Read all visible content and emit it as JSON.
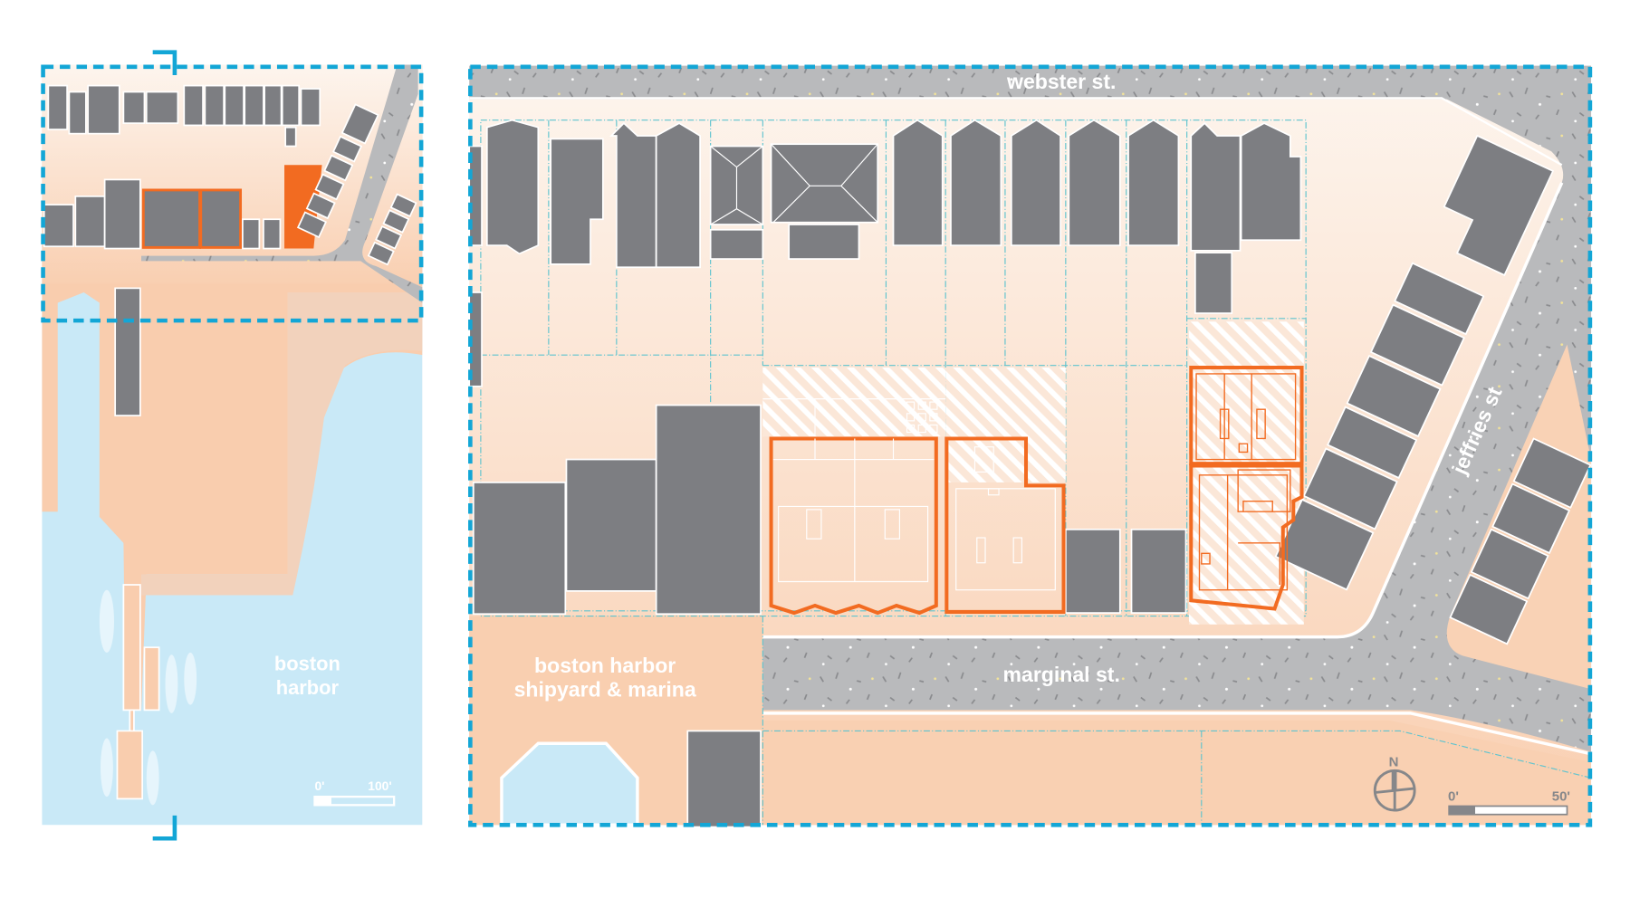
{
  "colors": {
    "frame": "#13a6d6",
    "building": "#7d7e82",
    "selected": "#f26b21",
    "road": "#b9babc",
    "water": "#c9e9f7",
    "land": "#f8cba8",
    "lot_line": "#5fc4cf"
  },
  "locator": {
    "water_label_1": "boston",
    "water_label_2": "harbor",
    "scale_start": "0'",
    "scale_end": "100'"
  },
  "site": {
    "streets": {
      "north": "webster st.",
      "south": "marginal st.",
      "east": "jeffries st"
    },
    "marina_label_1": "boston harbor",
    "marina_label_2": "shipyard & marina",
    "north_arrow": "N",
    "scale_start": "0'",
    "scale_end": "50'"
  }
}
